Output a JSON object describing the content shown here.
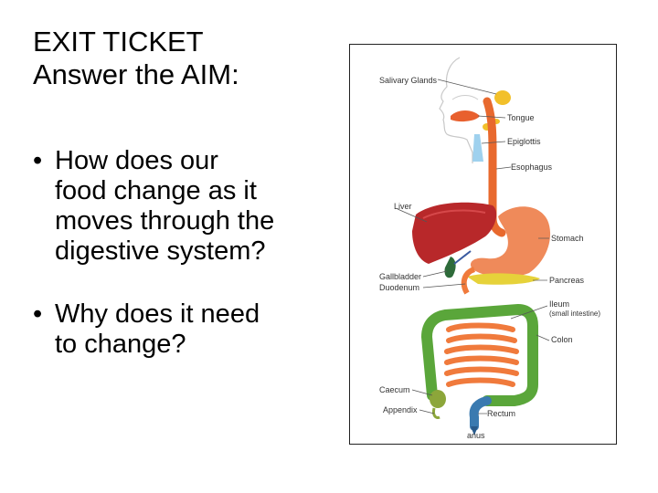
{
  "title": {
    "line1": "EXIT TICKET",
    "line2": "Answer the AIM:"
  },
  "bullets": [
    {
      "symbol": "•",
      "lines": [
        "How does our",
        "food change as it",
        "moves through the",
        "digestive system?"
      ]
    },
    {
      "symbol": "•",
      "lines": [
        "Why does it need",
        "to change?"
      ]
    }
  ],
  "diagram": {
    "labels": {
      "salivary_glands": "Salivary Glands",
      "tongue": "Tongue",
      "epiglottis": "Epiglottis",
      "esophagus": "Esophagus",
      "liver": "Liver",
      "stomach": "Stomach",
      "gallbladder": "Gallbladder",
      "duodenum": "Duodenum",
      "pancreas": "Pancreas",
      "ileum": "Ileum",
      "ileum_sub": "(small intestine)",
      "colon": "Colon",
      "caecum": "Caecum",
      "appendix": "Appendix",
      "rectum": "Rectum",
      "anus": "anus"
    },
    "colors": {
      "esophagus": "#e8692e",
      "liver": "#b8282a",
      "stomach": "#ef8a5a",
      "pancreas": "#e6d23a",
      "gallbladder": "#2e6b3a",
      "small_intestine": "#f07a3c",
      "colon": "#5aa63a",
      "rectum": "#3a7ab0",
      "salivary": "#f2c02a",
      "epiglottis": "#9fd1ee"
    }
  }
}
